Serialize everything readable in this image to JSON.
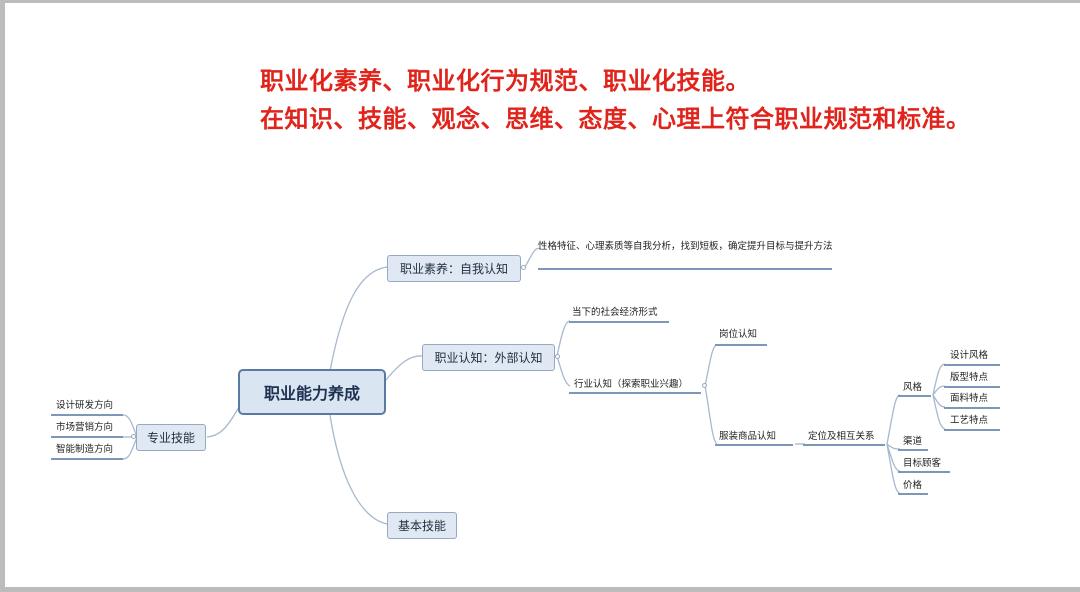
{
  "headlines": [
    "职业化素养、职业化行为规范、职业化技能。",
    "在知识、技能、观念、思维、态度、心理上符合职业规范和标准。"
  ],
  "colors": {
    "headline": "#e0231b",
    "node_fill": "#dfe8f3",
    "node_border": "#95a9c3",
    "connector": "#a7b8cf",
    "underline": "#7d97b8"
  },
  "mindmap": {
    "central": "职业能力养成",
    "branches": {
      "self_awareness": {
        "label": "职业素养：自我认知",
        "note": "性格特征、心理素质等自我分析，找到短板，确定提升目标与提升方法"
      },
      "external_awareness": {
        "label": "职业认知：外部认知",
        "economy": "当下的社会经济形式",
        "industry": {
          "label": "行业认知（探索职业兴趣）",
          "post": "岗位认知",
          "apparel": {
            "label": "服装商品认知",
            "positioning": {
              "label": "定位及相互关系",
              "style": {
                "label": "风格",
                "items": [
                  "设计风格",
                  "版型特点",
                  "面料特点",
                  "工艺特点"
                ]
              },
              "channel": "渠道",
              "customer": "目标顾客",
              "price": "价格"
            }
          }
        }
      },
      "professional_skills": {
        "label": "专业技能",
        "items": [
          "设计研发方向",
          "市场营销方向",
          "智能制造方向"
        ]
      },
      "basic_skills": {
        "label": "基本技能"
      }
    }
  }
}
